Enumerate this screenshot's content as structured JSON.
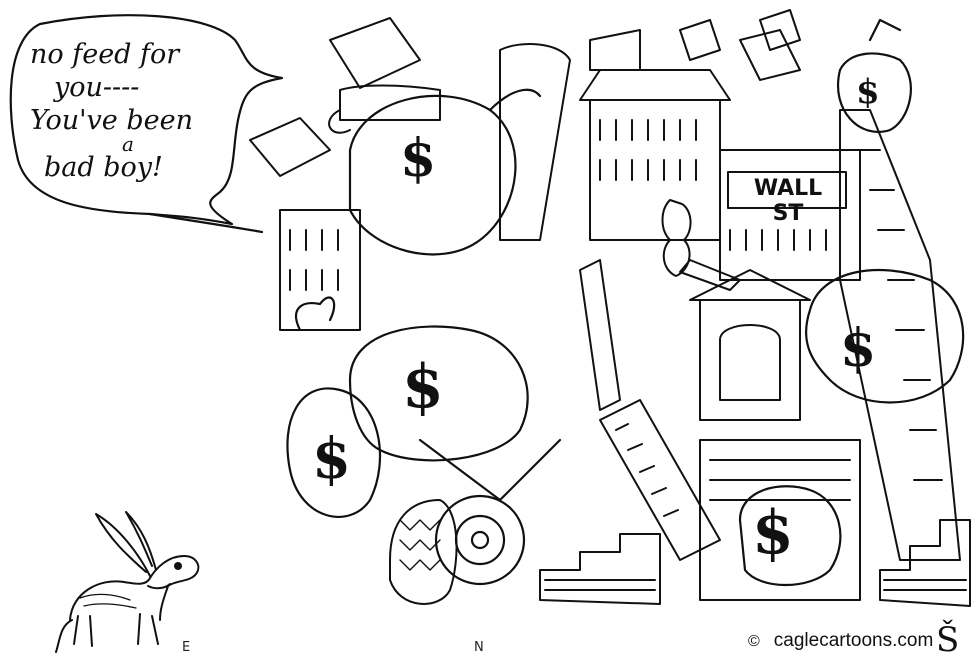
{
  "speech": {
    "line1": "no feed for",
    "line2": "you----",
    "line3": "You've been",
    "line4": "a",
    "line5": "bad boy!"
  },
  "money_bags": [
    "$",
    "$",
    "$",
    "$",
    "$",
    "$"
  ],
  "street_sign": "WALL ST",
  "footer": {
    "copyright_glyph": "©",
    "credit": "caglecartoons.com",
    "signature": "Š",
    "compass_e": "E",
    "compass_n": "N"
  },
  "colors": {
    "ink": "#111111",
    "paper": "#ffffff"
  }
}
